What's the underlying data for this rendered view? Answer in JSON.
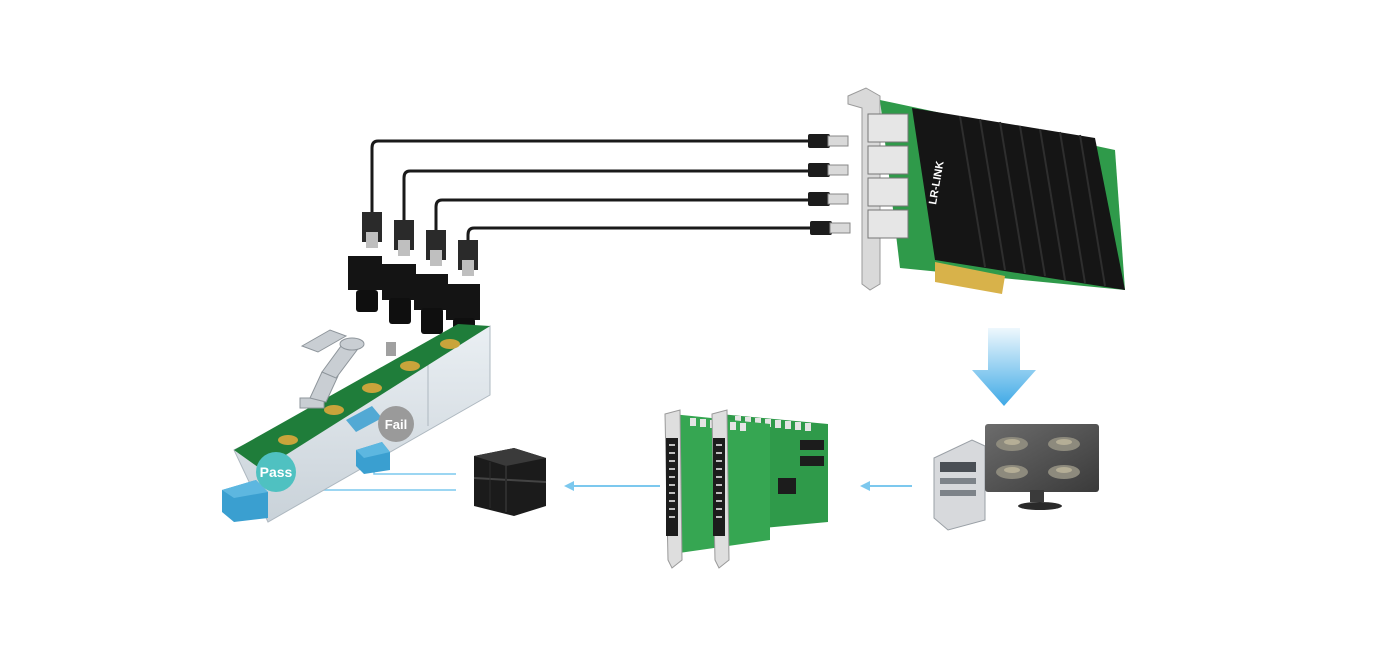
{
  "labels": {
    "pass": "Pass",
    "fail": "Fail",
    "nic_brand": "LR-LINK"
  },
  "colors": {
    "background": "#ffffff",
    "cable": "#1a1a1a",
    "pcb_green": "#2f9a4a",
    "heatsink_black": "#151515",
    "arrow_blue": "#7cc8ee",
    "conveyor_green": "#1f7d3a",
    "pass_badge": "#4fc1c1",
    "fail_badge": "#9a9a9a",
    "box_blue": "#3a9fd0"
  },
  "icons": [
    "camera-icon",
    "network-card-icon",
    "computer-icon",
    "io-card-icon",
    "plc-icon",
    "conveyor-icon",
    "robot-arm-icon"
  ]
}
